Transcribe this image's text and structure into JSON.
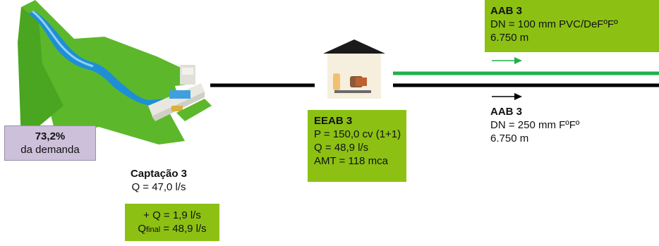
{
  "demand_box": {
    "percent": "73,2%",
    "label": "da demanda"
  },
  "captacao": {
    "title": "Captação 3",
    "flow": "Q = 47,0 l/s",
    "extra_flow": "+ Q = 1,9 l/s",
    "final_q": "Q",
    "final_sub": "final",
    "final_value": " = 48,9 l/s"
  },
  "eeab": {
    "title": "EEAB 3",
    "power": "P = 150,0 cv (1+1)",
    "flow": "Q = 48,9 l/s",
    "amt": "AMT = 118 mca"
  },
  "aab_top": {
    "title": "AAB 3",
    "dn": "DN = 100 mm PVC/DeFºFº",
    "length": "6.750 m"
  },
  "aab_bottom": {
    "title": "AAB 3",
    "dn": "DN = 250 mm FºFº",
    "length": "6.750 m"
  },
  "colors": {
    "green_box": "#8cc114",
    "green_pipe": "#1fb04c",
    "black_pipe": "#000000",
    "demand_box": "#ccc0da",
    "terrain": "#5cb82a",
    "water": "#1e8fd6"
  }
}
